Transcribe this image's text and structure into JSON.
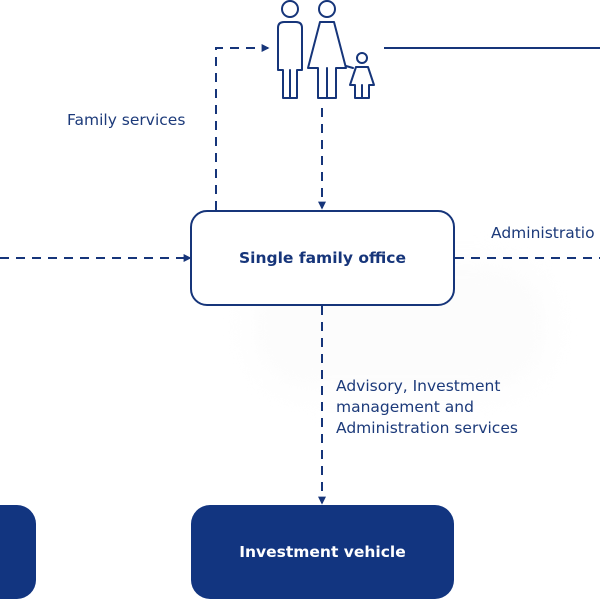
{
  "colors": {
    "primary": "#123580",
    "line": "#16357a",
    "text": "#1c3a7a"
  },
  "icons": {
    "family": "family-icon"
  },
  "nodes": {
    "single_family_office": "Single family office",
    "investment_vehicle": "Investment vehicle"
  },
  "edges": {
    "family_services": "Family services",
    "administration": "Administratio",
    "advisory": "Advisory, Investment\nmanagement and\nAdministration services"
  }
}
